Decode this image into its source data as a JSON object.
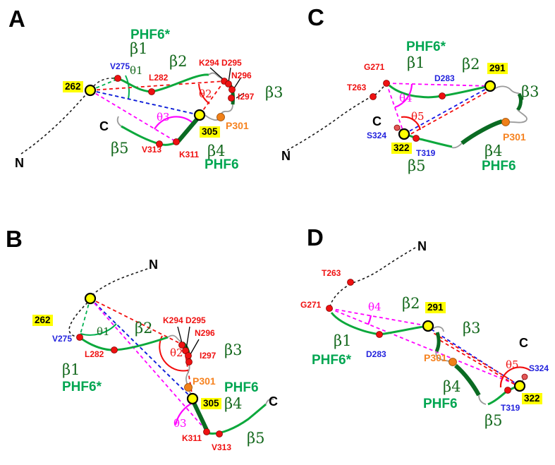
{
  "figure": {
    "type": "protein-structure-diagram",
    "description": "Four-panel tau protein PHF6/PHF6* beta-strand topology diagrams with residue markers and inter-residue angle annotations",
    "palette": {
      "bright_green": "#00a651",
      "dark_green": "#15691e",
      "red": "#ef1010",
      "blue": "#2222dd",
      "magenta": "#ff00ff",
      "orange": "#f6821f",
      "highlight_yellow": "#ffff00",
      "loop_gray": "#9a9a9a",
      "black": "#000000"
    },
    "panels": {
      "A": {
        "letter": "A",
        "labels": {
          "phf6_star": "PHF6*",
          "phf6": "PHF6",
          "beta1": "β1",
          "beta2": "β2",
          "beta3": "β3",
          "beta4": "β4",
          "beta5": "β5",
          "v275": "V275",
          "l282": "L282",
          "k294_d295": "K294 D295",
          "n296": "N296",
          "i297": "I297",
          "p301": "P301",
          "v313": "V313",
          "k311": "K311",
          "theta1": "θ1",
          "theta2": "θ2",
          "theta3": "θ3",
          "num262": "262",
          "num305": "305",
          "n_term": "N",
          "c_term": "C"
        }
      },
      "B": {
        "letter": "B",
        "labels": {
          "phf6_star": "PHF6*",
          "phf6": "PHF6",
          "beta1": "β1",
          "beta2": "β2",
          "beta3": "β3",
          "beta4": "β4",
          "beta5": "β5",
          "v275": "V275",
          "l282": "L282",
          "k294_d295": "K294 D295",
          "n296": "N296",
          "i297": "I297",
          "p301": "P301",
          "v313": "V313",
          "k311": "K311",
          "theta1": "θ1",
          "theta2": "θ2",
          "theta3": "θ3",
          "num262": "262",
          "num305": "305",
          "n_term": "N",
          "c_term": "C"
        }
      },
      "C": {
        "letter": "C",
        "labels": {
          "phf6_star": "PHF6*",
          "phf6": "PHF6",
          "beta1": "β1",
          "beta2": "β2",
          "beta3": "β3",
          "beta4": "β4",
          "beta5": "β5",
          "t263": "T263",
          "g271": "G271",
          "d283": "D283",
          "p301": "P301",
          "t319": "T319",
          "s324": "S324",
          "theta4": "θ4",
          "theta5": "θ5",
          "num291": "291",
          "num322": "322",
          "n_term": "N",
          "c_term": "C"
        }
      },
      "D": {
        "letter": "D",
        "labels": {
          "phf6_star": "PHF6*",
          "phf6": "PHF6",
          "beta1": "β1",
          "beta2": "β2",
          "beta3": "β3",
          "beta4": "β4",
          "beta5": "β5",
          "t263": "T263",
          "g271": "G271",
          "d283": "D283",
          "p301": "P301",
          "t319": "T319",
          "s324": "S324",
          "theta4": "θ4",
          "theta5": "θ5",
          "num291": "291",
          "num322": "322",
          "n_term": "N",
          "c_term": "C"
        }
      }
    }
  }
}
